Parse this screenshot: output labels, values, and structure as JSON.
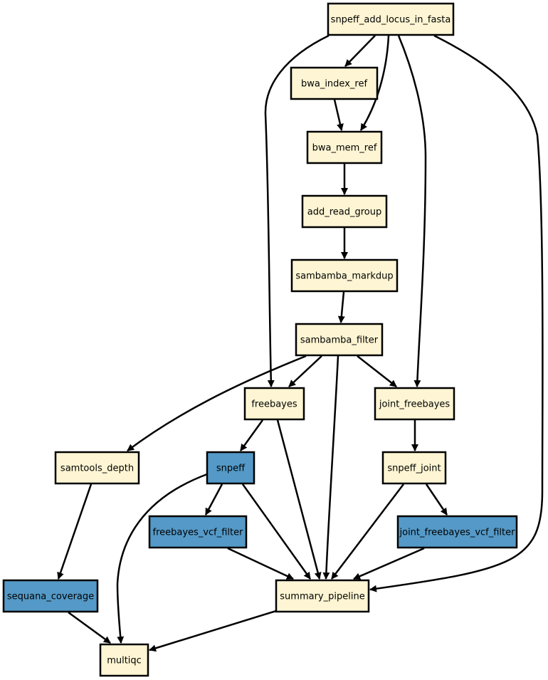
{
  "colors": {
    "rule_default": "#fdf5d3",
    "rule_highlight": "#5499c7",
    "edge": "#000000"
  },
  "nodes": [
    {
      "id": "snpeff_add_locus_in_fasta",
      "label": "snpeff_add_locus_in_fasta",
      "highlight": false
    },
    {
      "id": "bwa_index_ref",
      "label": "bwa_index_ref",
      "highlight": false
    },
    {
      "id": "bwa_mem_ref",
      "label": "bwa_mem_ref",
      "highlight": false
    },
    {
      "id": "add_read_group",
      "label": "add_read_group",
      "highlight": false
    },
    {
      "id": "sambamba_markdup",
      "label": "sambamba_markdup",
      "highlight": false
    },
    {
      "id": "sambamba_filter",
      "label": "sambamba_filter",
      "highlight": false
    },
    {
      "id": "freebayes",
      "label": "freebayes",
      "highlight": false
    },
    {
      "id": "joint_freebayes",
      "label": "joint_freebayes",
      "highlight": false
    },
    {
      "id": "samtools_depth",
      "label": "samtools_depth",
      "highlight": false
    },
    {
      "id": "snpeff",
      "label": "snpeff",
      "highlight": true
    },
    {
      "id": "snpeff_joint",
      "label": "snpeff_joint",
      "highlight": false
    },
    {
      "id": "freebayes_vcf_filter",
      "label": "freebayes_vcf_filter",
      "highlight": true
    },
    {
      "id": "joint_freebayes_vcf_filter",
      "label": "joint_freebayes_vcf_filter",
      "highlight": true
    },
    {
      "id": "sequana_coverage",
      "label": "sequana_coverage",
      "highlight": true
    },
    {
      "id": "summary_pipeline",
      "label": "summary_pipeline",
      "highlight": false
    },
    {
      "id": "multiqc",
      "label": "multiqc",
      "highlight": false
    }
  ],
  "edges": [
    {
      "from": "snpeff_add_locus_in_fasta",
      "to": "bwa_index_ref"
    },
    {
      "from": "snpeff_add_locus_in_fasta",
      "to": "bwa_mem_ref"
    },
    {
      "from": "snpeff_add_locus_in_fasta",
      "to": "freebayes"
    },
    {
      "from": "snpeff_add_locus_in_fasta",
      "to": "joint_freebayes"
    },
    {
      "from": "snpeff_add_locus_in_fasta",
      "to": "summary_pipeline"
    },
    {
      "from": "bwa_index_ref",
      "to": "bwa_mem_ref"
    },
    {
      "from": "bwa_mem_ref",
      "to": "add_read_group"
    },
    {
      "from": "add_read_group",
      "to": "sambamba_markdup"
    },
    {
      "from": "sambamba_markdup",
      "to": "sambamba_filter"
    },
    {
      "from": "sambamba_filter",
      "to": "freebayes"
    },
    {
      "from": "sambamba_filter",
      "to": "joint_freebayes"
    },
    {
      "from": "sambamba_filter",
      "to": "samtools_depth"
    },
    {
      "from": "sambamba_filter",
      "to": "summary_pipeline"
    },
    {
      "from": "freebayes",
      "to": "snpeff"
    },
    {
      "from": "freebayes",
      "to": "summary_pipeline"
    },
    {
      "from": "joint_freebayes",
      "to": "snpeff_joint"
    },
    {
      "from": "samtools_depth",
      "to": "sequana_coverage"
    },
    {
      "from": "snpeff",
      "to": "freebayes_vcf_filter"
    },
    {
      "from": "snpeff",
      "to": "summary_pipeline"
    },
    {
      "from": "snpeff",
      "to": "multiqc"
    },
    {
      "from": "snpeff_joint",
      "to": "joint_freebayes_vcf_filter"
    },
    {
      "from": "snpeff_joint",
      "to": "summary_pipeline"
    },
    {
      "from": "freebayes_vcf_filter",
      "to": "summary_pipeline"
    },
    {
      "from": "joint_freebayes_vcf_filter",
      "to": "summary_pipeline"
    },
    {
      "from": "sequana_coverage",
      "to": "multiqc"
    },
    {
      "from": "summary_pipeline",
      "to": "multiqc"
    }
  ]
}
